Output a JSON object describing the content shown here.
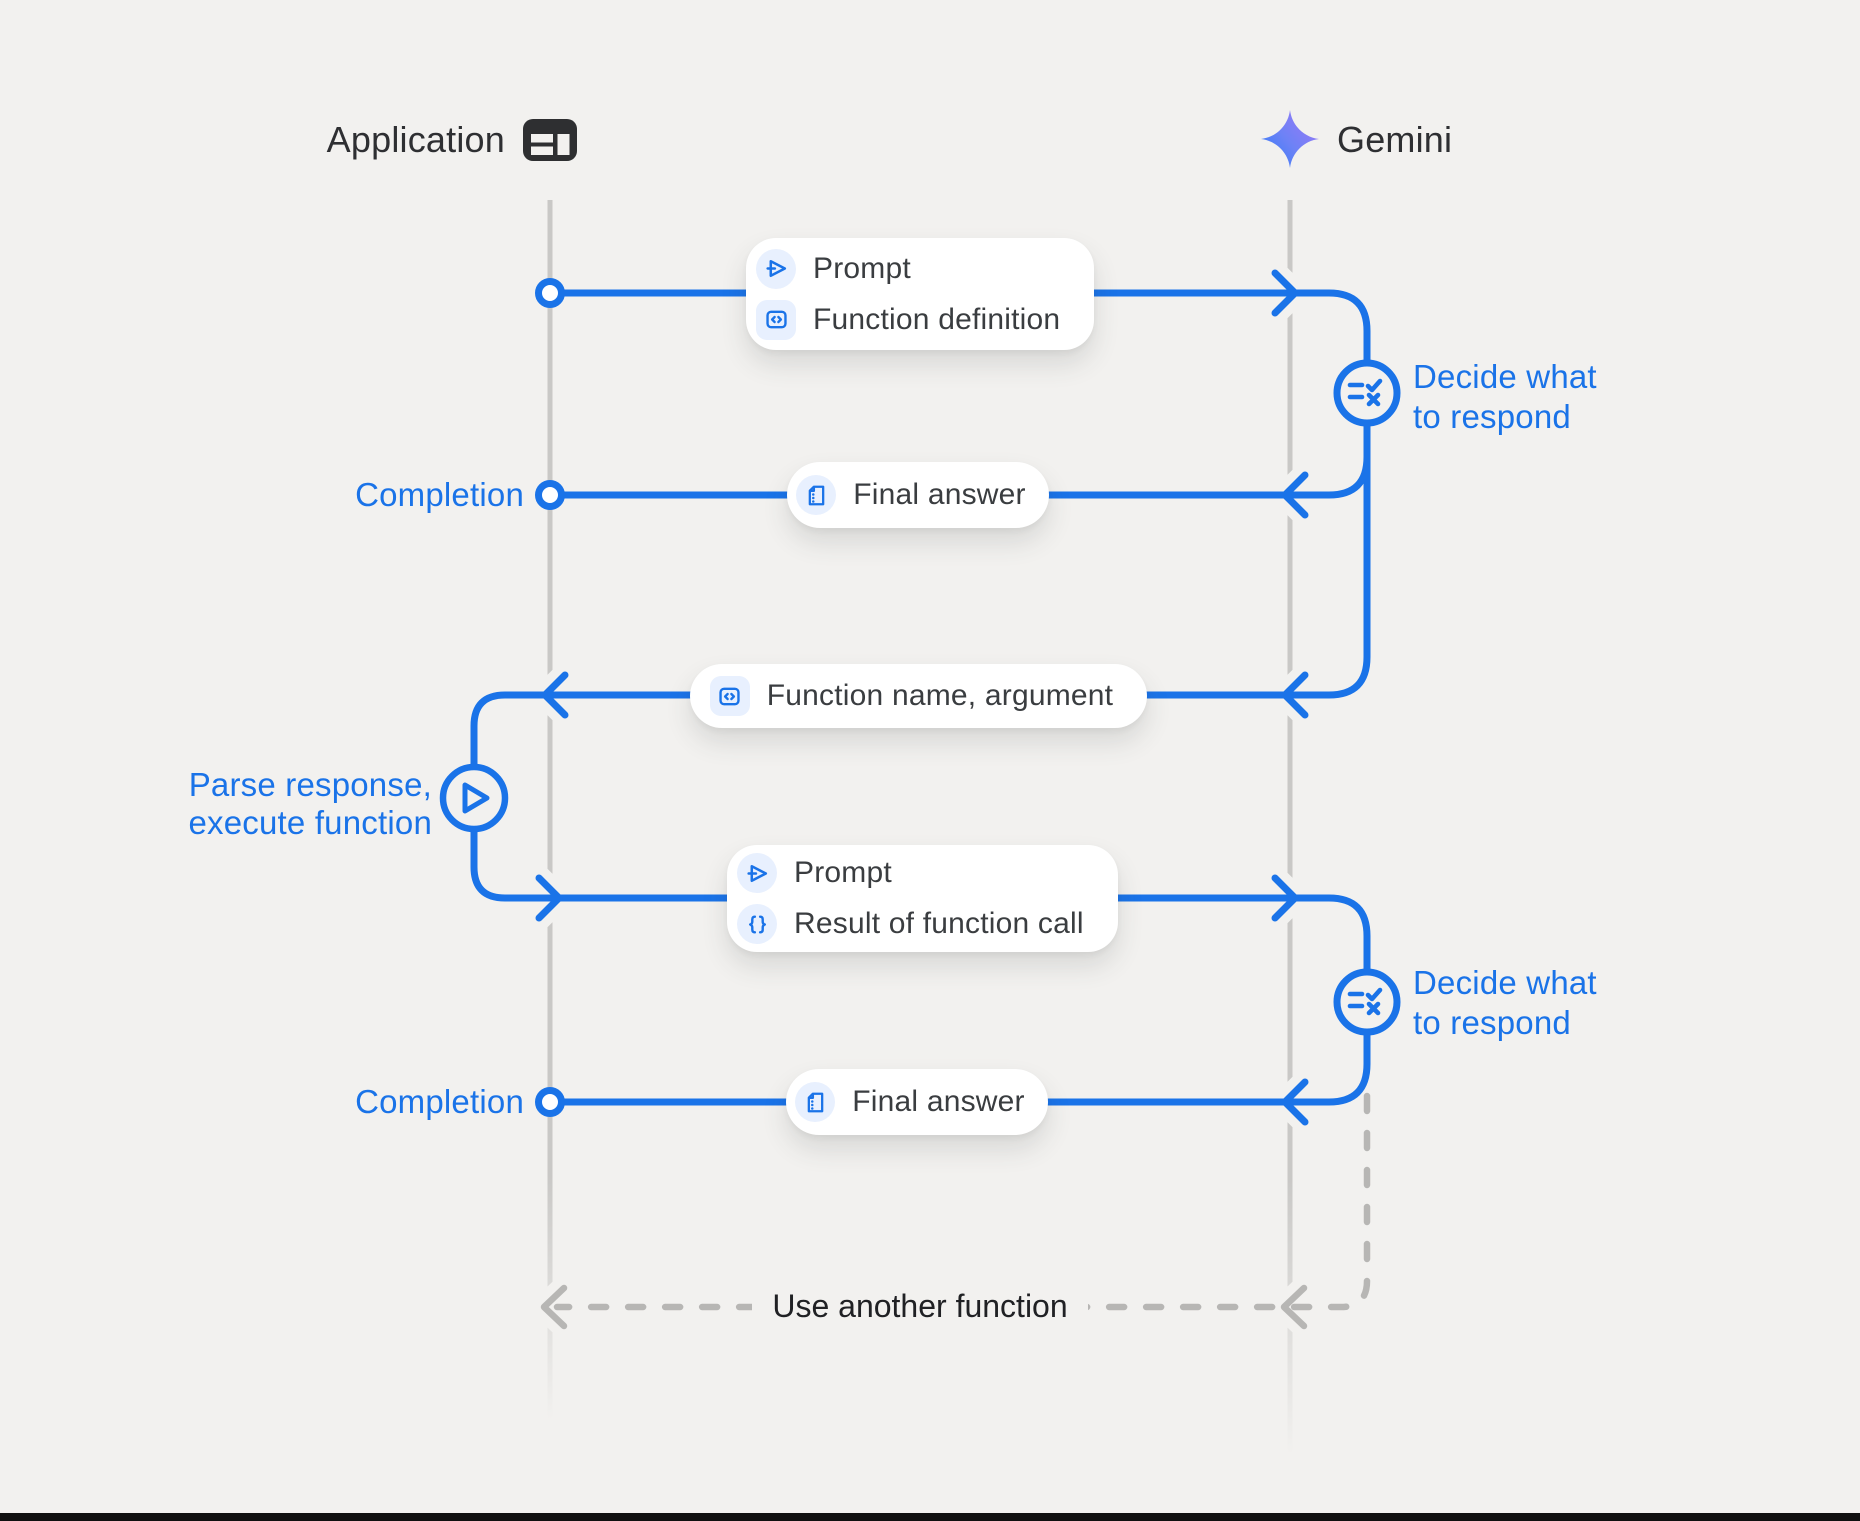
{
  "colors": {
    "background": "#f2f1ef",
    "accent_blue": "#1a73e8",
    "badge_blue_bg": "#e8f0fe",
    "line_gray": "#c9c8c6",
    "dashed_gray": "#b7b6b4",
    "text_dark": "#202124",
    "box_text": "#3a3d40",
    "gemini_gradient_start": "#2b7cf8",
    "gemini_gradient_end": "#9b79f6"
  },
  "header": {
    "application_label": "Application",
    "gemini_label": "Gemini"
  },
  "flow": {
    "message_1": {
      "row_1": {
        "icon": "send-icon",
        "label": "Prompt"
      },
      "row_2": {
        "icon": "code-icon",
        "label": "Function definition"
      }
    },
    "decide_1": {
      "icon": "rule-decide-icon",
      "label_line_1": "Decide what",
      "label_line_2": "to respond"
    },
    "completion_1": {
      "label": "Completion",
      "message": {
        "icon": "summarize-document-icon",
        "label": "Final answer"
      }
    },
    "function_call": {
      "message": {
        "icon": "code-icon",
        "label": "Function name,  argument"
      }
    },
    "parse_execute": {
      "icon": "play-icon",
      "label_line_1": "Parse response,",
      "label_line_2": "execute function"
    },
    "message_2": {
      "row_1": {
        "icon": "send-icon",
        "label": "Prompt"
      },
      "row_2": {
        "icon": "braces-icon",
        "label": "Result of function call"
      }
    },
    "decide_2": {
      "icon": "rule-decide-icon",
      "label_line_1": "Decide what",
      "label_line_2": "to respond"
    },
    "completion_2": {
      "label": "Completion",
      "message": {
        "icon": "summarize-document-icon",
        "label": "Final answer"
      }
    },
    "loop": {
      "label": "Use another function"
    }
  }
}
